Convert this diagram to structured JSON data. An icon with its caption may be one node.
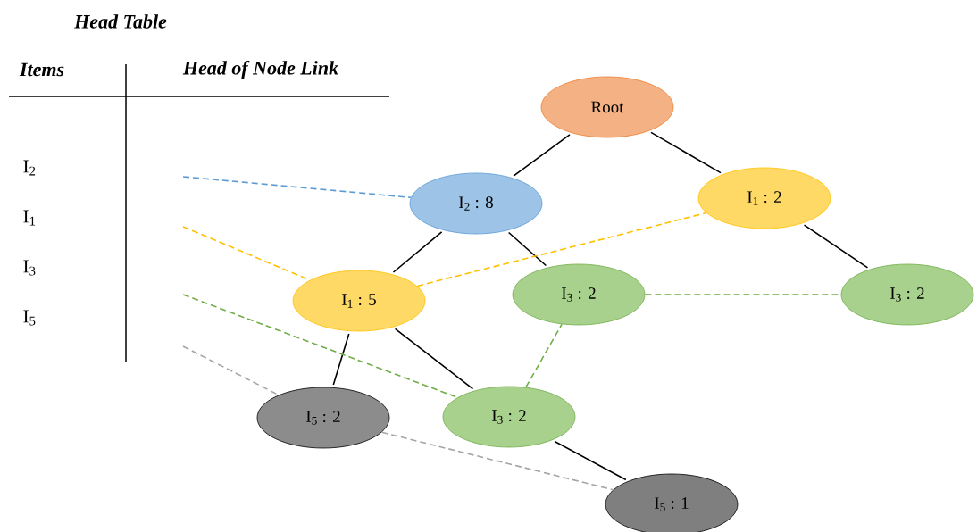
{
  "diagram": {
    "nodes": [
      {
        "text": [
          "Root"
        ]
      },
      {
        "text": [
          "I$_{2}$ : 8"
        ]
      },
      {
        "text": [
          "I$_{1}$ : 2"
        ]
      },
      {
        "text": [
          "I$_{1}$ : 5"
        ]
      },
      {
        "text": [
          "I$_{3}$ : 2"
        ]
      },
      {
        "text": [
          "I$_{3}$ : 2"
        ]
      },
      {
        "text": [
          "I$_{5}$ : 2"
        ]
      },
      {
        "text": [
          "I$_{3}$ : 2"
        ]
      },
      {
        "text": [
          "I$_{5}$ : 1"
        ]
      }
    ],
    "edges": [
      {
        "from": 0,
        "to": 1,
        "arrow": "none"
      },
      {
        "from": 0,
        "to": 2,
        "arrow": "none"
      },
      {
        "from": 1,
        "to": 3,
        "arrow": "none"
      },
      {
        "from": 1,
        "to": 4,
        "arrow": "none"
      },
      {
        "from": 2,
        "to": 5,
        "arrow": "none"
      },
      {
        "from": 3,
        "to": 6,
        "arrow": "none"
      },
      {
        "from": 3,
        "to": 7,
        "arrow": "none"
      },
      {
        "from": 7,
        "to": 8,
        "arrow": "none"
      },
      {
        "from": null,
        "to": 1,
        "arrow": "none",
        "style": "dashed",
        "color": "#5b9bd5"
      },
      {
        "from": null,
        "to": 3,
        "arrow": "none",
        "style": "dashed",
        "color": "#ffc000"
      },
      {
        "from": 3,
        "to": 2,
        "arrow": "none",
        "style": "dashed",
        "color": "#ffc000"
      },
      {
        "from": null,
        "to": 7,
        "arrow": "none",
        "style": "dashed",
        "color": "#70ad47"
      },
      {
        "from": 7,
        "to": 4,
        "arrow": "none",
        "style": "dashed",
        "color": "#70ad47"
      },
      {
        "from": 4,
        "to": 5,
        "arrow": "none",
        "style": "dashed",
        "color": "#70ad47"
      },
      {
        "from": null,
        "to": 6,
        "arrow": "none",
        "style": "dashed",
        "color": "#a5a5a5"
      },
      {
        "from": 6,
        "to": 8,
        "arrow": "none",
        "style": "dashed",
        "color": "#a5a5a5"
      }
    ],
    "labels": [
      "Head Table",
      "Items",
      "Head of Node Link",
      "I$_{2}$",
      "I$_{1}$",
      "I$_{3}$",
      "I$_{5}$"
    ]
  }
}
